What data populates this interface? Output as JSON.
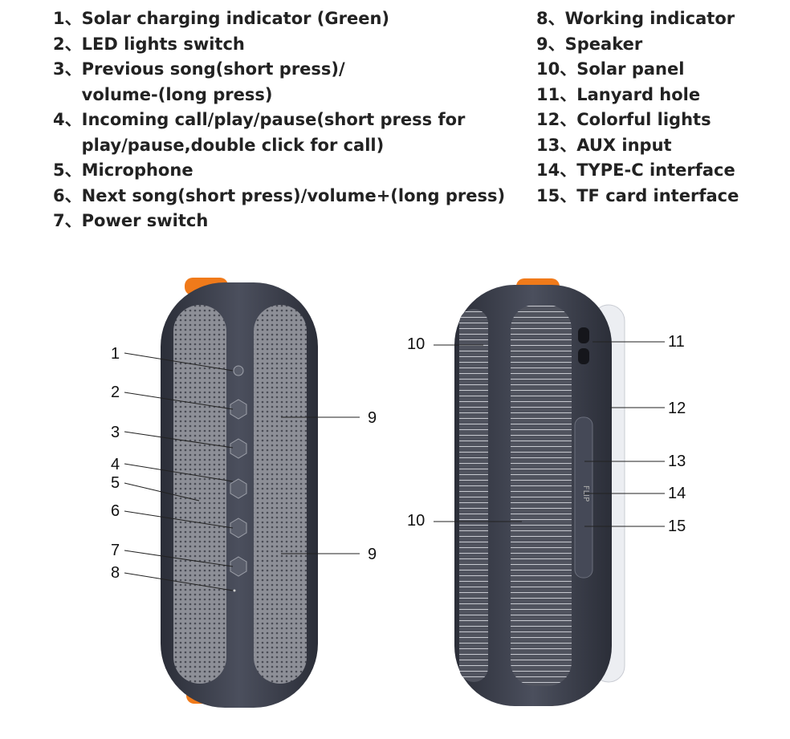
{
  "legend_left": [
    {
      "num": "1、",
      "text": "Solar charging indicator (Green)"
    },
    {
      "num": "2、",
      "text": "LED lights switch"
    },
    {
      "num": "3、",
      "text": "Previous song(short press)/ volume-(long press)"
    },
    {
      "num": "4、",
      "text": "Incoming call/play/pause(short press for play/pause,double click for call)"
    },
    {
      "num": "5、",
      "text": "Microphone"
    },
    {
      "num": "6、",
      "text": "Next song(short press)/volume+(long press)"
    },
    {
      "num": "7、",
      "text": "Power switch"
    }
  ],
  "legend_right": [
    {
      "num": "8、",
      "text": "Working indicator"
    },
    {
      "num": "9、",
      "text": "Speaker"
    },
    {
      "num": "10、",
      "text": "Solar panel"
    },
    {
      "num": "11、",
      "text": " Lanyard hole"
    },
    {
      "num": "12、",
      "text": "Colorful lights"
    },
    {
      "num": "13、",
      "text": "AUX input"
    },
    {
      "num": "14、",
      "text": "TYPE-C interface"
    },
    {
      "num": "15、",
      "text": "TF card interface"
    }
  ],
  "callouts_front": [
    "1",
    "2",
    "3",
    "4",
    "5",
    "6",
    "7",
    "8",
    "9",
    "9"
  ],
  "callouts_back": [
    "10",
    "10",
    "11",
    "12",
    "13",
    "14",
    "15"
  ],
  "port_text": "FLIP",
  "colors": {
    "body": "#3d4150",
    "grille": "#8a8c94",
    "accent": "#f07a1a",
    "light": "#eceef2"
  }
}
